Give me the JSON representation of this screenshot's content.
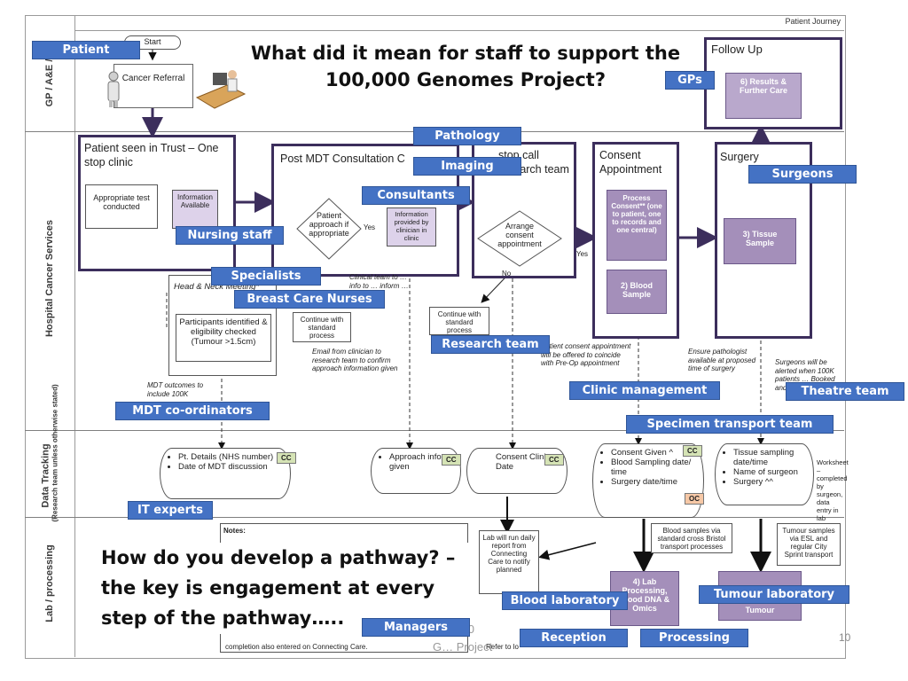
{
  "slide": {
    "headline": "What did it mean for staff to support the 100,000 Genomes Project?",
    "pathway_text": "How do you develop a pathway? – the key is engagement at every step of the pathway…..",
    "page_number": "10",
    "footer_faded": "100,000 G… Project"
  },
  "diagram": {
    "journey_label": "Patient Journey",
    "lanes": [
      {
        "label": "GP / A&E / C",
        "sub": ""
      },
      {
        "label": "Hospital Cancer Services",
        "sub": ""
      },
      {
        "label": "Data Tracking",
        "sub": "(Research team unless otherwise stated)"
      },
      {
        "label": "Lab / processing",
        "sub": ""
      }
    ],
    "start_label": "Start",
    "cancer_referral": "Cancer Referral",
    "follow_up": "Follow Up",
    "results_care": "6) Results & Further Care",
    "stages": {
      "seen_in_trust": "Patient seen in Trust – One stop clinic",
      "post_mdt": "Post MDT Consultation C",
      "stop_call": "stop call research team",
      "consent_appt": "Consent Appointment",
      "surgery": "Surgery"
    },
    "boxes": {
      "appropriate_test": "Appropriate test conducted",
      "info_available": "Information Available",
      "head_neck": "Head & Neck Meeting*",
      "participants": "Participants identified & eligibility checked (Tumour >1.5cm)",
      "patient_approach": "Patient approach if appropriate",
      "info_clinician": "Information provided by clinician in clinic",
      "continue_standard_1": "Continue with standard process",
      "arrange_consent": "Arrange consent appointment",
      "continue_standard_2": "Continue with standard process",
      "process_consent": "Process Consent** (one to patient, one to records and one central)",
      "blood_sample": "2) Blood Sample",
      "tissue_sample": "3) Tissue Sample",
      "lab_processing": "4) Lab Processing, Blood DNA & Omics",
      "tumour": "Tumour",
      "notes": "Notes:",
      "lab_daily_report": "Lab will run daily report from Connecting Care to notify planned",
      "blood_via_courier": "Blood samples via standard cross Bristol transport processes",
      "tumour_via_esl": "Tumour samples via ESL and regular City Sprint transport",
      "worksheet": "Worksheet – completed by surgeon, data entry in lab",
      "completion_note": "completion also entered on Connecting Care.",
      "refer_note": "Refer to lo"
    },
    "yes_label": "Yes",
    "no_label": "No",
    "notes_text": {
      "clinical_team": "Clinical team to … info to … inform … a call",
      "email_clinician": "Email from clinician to research team to confirm approach information given",
      "mdt_outcomes": "MDT outcomes to include 100K",
      "patient_consent": "Patient consent appointment will be offered to coincide with Pre-Op appointment",
      "ensure_pathologist": "Ensure pathologist available at proposed time of surgery",
      "surgeons_alerted": "Surgeons will be alerted when 100K patients … Booked and identified"
    },
    "data_tracking": {
      "cyl1": [
        "Pt. Details (NHS number)",
        "Date of MDT discussion"
      ],
      "cyl2": [
        "Approach info. given"
      ],
      "cyl3": [
        "Consent Clinic Date"
      ],
      "cyl4": [
        "Consent Given ^",
        "Blood Sampling date/ time",
        "Surgery date/time"
      ],
      "cyl5": [
        "Tissue sampling date/time",
        "Name of surgeon",
        "Surgery ^^"
      ],
      "cc": "CC",
      "oc": "OC"
    }
  },
  "tags": {
    "patient": "Patient",
    "gps": "GPs",
    "pathology": "Pathology",
    "imaging": "Imaging",
    "consultants": "Consultants",
    "surgeons": "Surgeons",
    "nursing_staff": "Nursing staff",
    "specialists": "Specialists",
    "breast_care_nurses": "Breast Care Nurses",
    "research_team": "Research team",
    "clinic_management": "Clinic management",
    "theatre_team": "Theatre team",
    "specimen_transport_team": "Specimen transport team",
    "mdt_coordinators": "MDT co-ordinators",
    "it_experts": "IT experts",
    "blood_laboratory": "Blood laboratory",
    "tumour_laboratory": "Tumour laboratory",
    "managers": "Managers",
    "reception": "Reception",
    "processing": "Processing"
  },
  "colors": {
    "tag_fill": "#4472c4",
    "stage_border": "#3c2e5c",
    "purple_box": "#a48fba",
    "cc_badge": "#d5e3b5",
    "oc_badge": "#f6c8a6"
  }
}
